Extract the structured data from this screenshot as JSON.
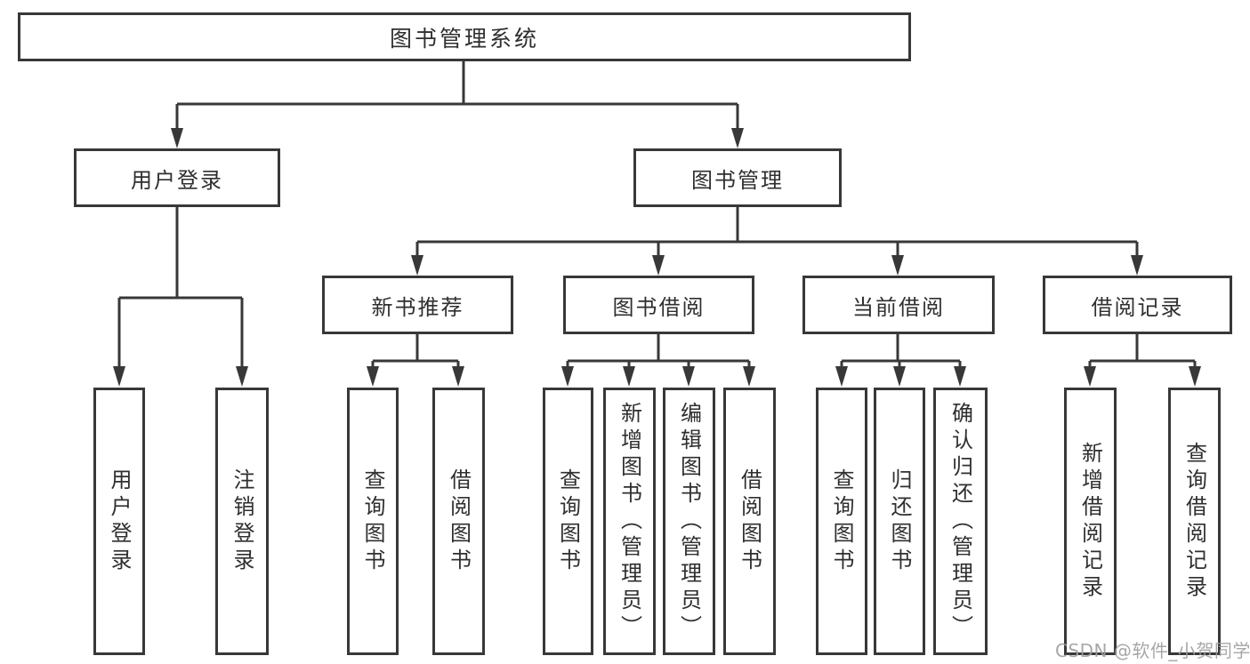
{
  "nodes": {
    "root": {
      "label": "图书管理系统"
    },
    "level2": [
      {
        "label": "用户登录"
      },
      {
        "label": "图书管理"
      }
    ],
    "level3": [
      {
        "label": "新书推荐"
      },
      {
        "label": "图书借阅"
      },
      {
        "label": "当前借阅"
      },
      {
        "label": "借阅记录"
      }
    ],
    "leaves": [
      {
        "label": "用户登录"
      },
      {
        "label": "注销登录"
      },
      {
        "label": "查询图书"
      },
      {
        "label": "借阅图书"
      },
      {
        "label": "查询图书"
      },
      {
        "label": "新增图书（管理员）"
      },
      {
        "label": "编辑图书（管理员）"
      },
      {
        "label": "借阅图书"
      },
      {
        "label": "查询图书"
      },
      {
        "label": "归还图书"
      },
      {
        "label": "确认归还（管理员）"
      },
      {
        "label": "新增借阅记录"
      },
      {
        "label": "查询借阅记录"
      }
    ]
  },
  "hierarchy": {
    "图书管理系统": [
      "用户登录",
      "图书管理"
    ],
    "用户登录": [
      "用户登录",
      "注销登录"
    ],
    "图书管理": [
      "新书推荐",
      "图书借阅",
      "当前借阅",
      "借阅记录"
    ],
    "新书推荐": [
      "查询图书",
      "借阅图书"
    ],
    "图书借阅": [
      "查询图书",
      "新增图书（管理员）",
      "编辑图书（管理员）",
      "借阅图书"
    ],
    "当前借阅": [
      "查询图书",
      "归还图书",
      "确认归还（管理员）"
    ],
    "借阅记录": [
      "新增借阅记录",
      "查询借阅记录"
    ]
  },
  "watermark": {
    "text": "CSDN @软件_小贺同学"
  },
  "colors": {
    "line": "#383838",
    "text": "#2f2f2f",
    "box_background": "#ffffff",
    "watermark": "#9e9e9e"
  }
}
